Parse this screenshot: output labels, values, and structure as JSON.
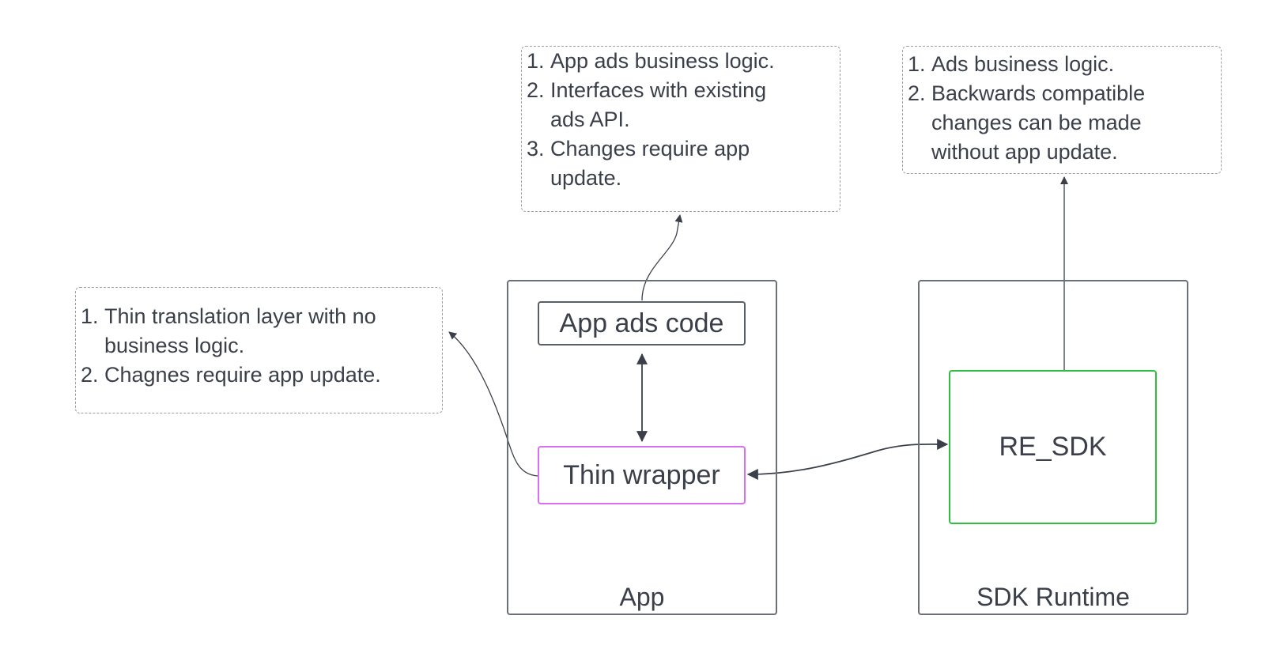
{
  "diagram": {
    "containers": {
      "app": {
        "label": "App"
      },
      "sdk_runtime": {
        "label": "SDK Runtime"
      }
    },
    "nodes": {
      "app_ads_code": {
        "label": "App ads code",
        "border_color": "#5a5e66"
      },
      "thin_wrapper": {
        "label": "Thin wrapper",
        "border_color": "#d86ef0"
      },
      "re_sdk": {
        "label": "RE_SDK",
        "border_color": "#2fbf3f"
      }
    },
    "notes": {
      "wrapper_note": {
        "items": [
          {
            "num": "1.",
            "text": "Thin translation layer with no business logic."
          },
          {
            "num": "2.",
            "text": "Chagnes require app update."
          }
        ]
      },
      "app_ads_note": {
        "items": [
          {
            "num": "1.",
            "text": "App ads business logic."
          },
          {
            "num": "2.",
            "text": "Interfaces with existing ads API."
          },
          {
            "num": "3.",
            "text": "Changes require app update."
          }
        ]
      },
      "sdk_note": {
        "items": [
          {
            "num": "1.",
            "text": "Ads business logic."
          },
          {
            "num": "2.",
            "text": "Backwards compatible changes can be made without app update."
          }
        ]
      }
    },
    "colors": {
      "line": "#3a3f4a",
      "container_border": "#6b6f78",
      "note_border": "#9a9ea6"
    }
  }
}
